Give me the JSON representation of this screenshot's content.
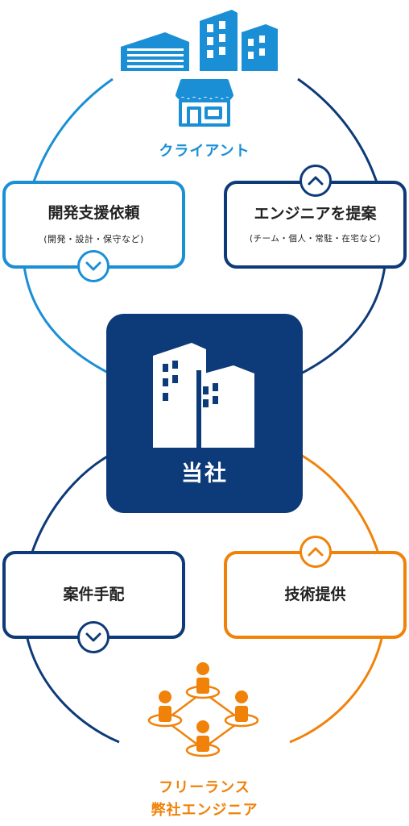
{
  "client": {
    "label": "クライアント"
  },
  "requests": {
    "title": "開発支援依頼",
    "subtitle": "(開発・設計・保守など)"
  },
  "proposal": {
    "title": "エンジニアを提案",
    "subtitle": "(チーム・個人・常駐・在宅など)"
  },
  "company": {
    "label": "当社"
  },
  "arrange": {
    "title": "案件手配"
  },
  "provide": {
    "title": "技術提供"
  },
  "engineers": {
    "line1": "フリーランス",
    "line2": "弊社エンジニア"
  },
  "colors": {
    "light_blue": "#1a8fd6",
    "navy": "#0d3a78",
    "orange": "#f0820a",
    "white": "#ffffff"
  },
  "icons": {
    "client_buildings": "office-buildings-icon",
    "client_store": "storefront-icon",
    "company": "headquarters-building-icon",
    "engineers": "people-network-icon",
    "down": "chevron-down-icon",
    "up": "chevron-up-icon"
  }
}
